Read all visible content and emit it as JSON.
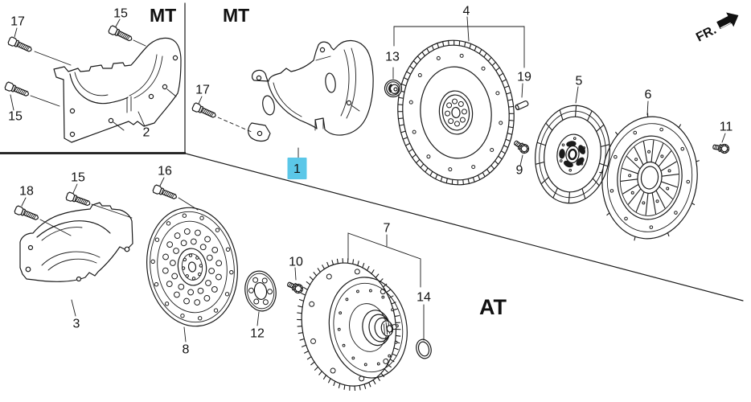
{
  "colors": {
    "line": "#1a1a1a",
    "background": "#ffffff",
    "highlight_fill": "#5bc7e8",
    "highlight_text": "#1a6ca8"
  },
  "labels": {
    "inset_section": "MT",
    "main_section": "MT",
    "at_section": "AT",
    "fr_direction": "FR."
  },
  "callouts": {
    "n1": "1",
    "n2": "2",
    "n3": "3",
    "n4": "4",
    "n5": "5",
    "n6": "6",
    "n7": "7",
    "n8": "8",
    "n9": "9",
    "n10": "10",
    "n11": "11",
    "n12": "12",
    "n13": "13",
    "n14": "14",
    "n15": "15",
    "n16": "16",
    "n17": "17",
    "n18": "18",
    "n19": "19"
  }
}
